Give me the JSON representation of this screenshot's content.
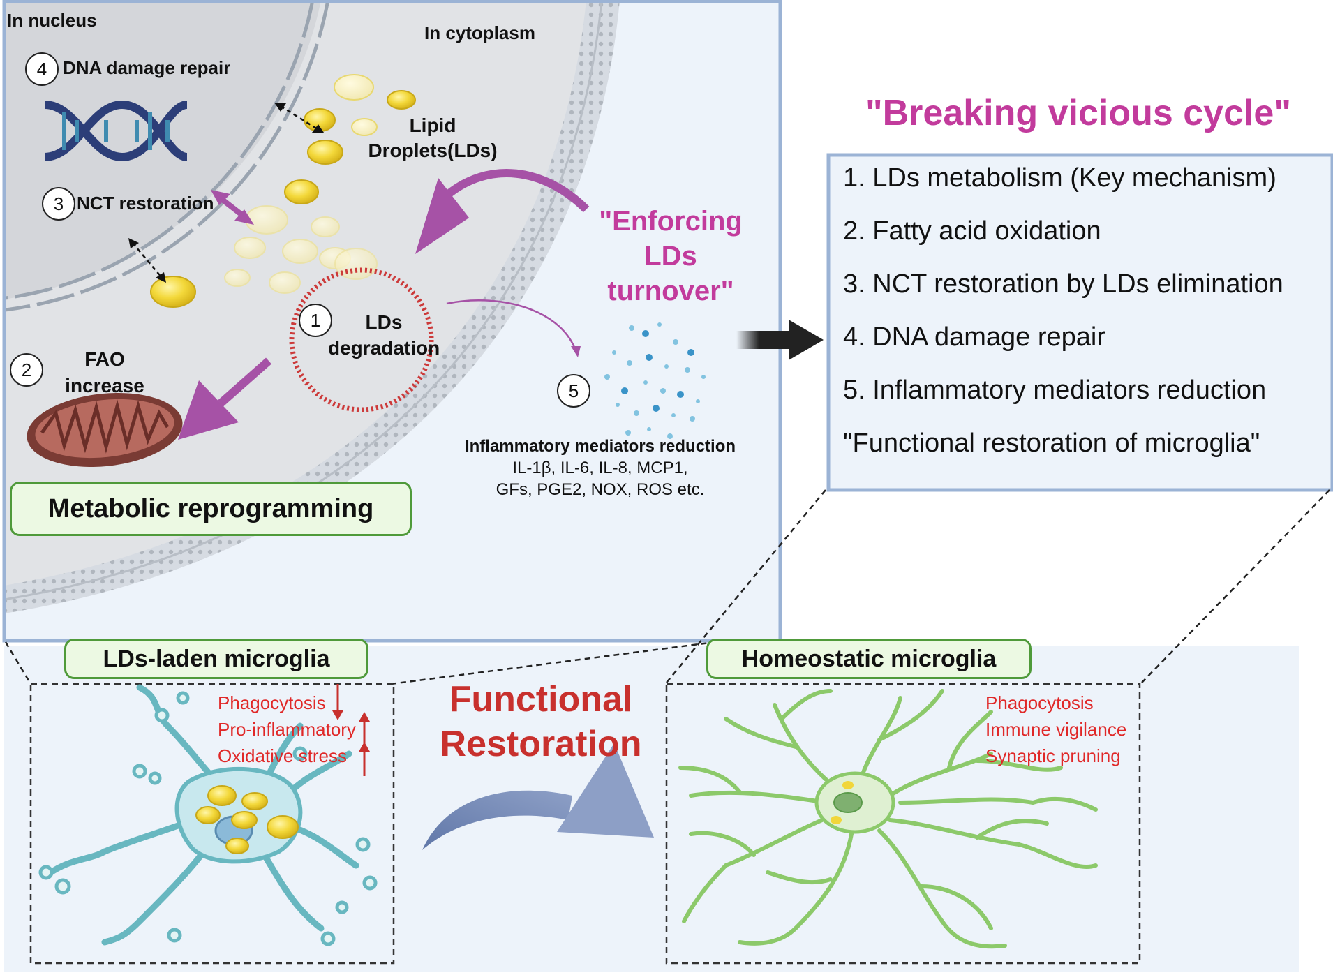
{
  "cell_panel": {
    "nucleus_label": "In nucleus",
    "cytoplasm_label": "In cytoplasm",
    "dna_repair": {
      "number": "4",
      "label": "DNA damage repair"
    },
    "lipid_droplets_label_line1": "Lipid",
    "lipid_droplets_label_line2": "Droplets(LDs)",
    "nct_restoration": {
      "number": "3",
      "label": "NCT restoration"
    },
    "enforcing_line1": "\"Enforcing LDs",
    "enforcing_line2": "turnover\"",
    "ld_degradation": {
      "number": "1",
      "line1": "LDs",
      "line2": "degradation"
    },
    "fao": {
      "number": "2",
      "line1": "FAO",
      "line2": "increase"
    },
    "inflammatory": {
      "number": "5",
      "title": "Inflammatory mediators reduction",
      "line1": "IL-1β, IL-6, IL-8, MCP1,",
      "line2": "GFs, PGE2, NOX, ROS etc."
    },
    "metabolic_box": "Metabolic reprogramming"
  },
  "summary": {
    "heading": "\"Breaking vicious cycle\"",
    "items": [
      "1. LDs metabolism (Key mechanism)",
      "2. Fatty acid oxidation",
      "3. NCT restoration by LDs elimination",
      "4. DNA damage repair",
      "5. Inflammatory mediators reduction",
      "\"Functional restoration of microglia\""
    ]
  },
  "bottom": {
    "left_title": "LDs-laden microglia",
    "left_labels": [
      "Phagocytosis",
      "Pro-inflammatory",
      "Oxidative stress"
    ],
    "middle_line1": "Functional",
    "middle_line2": "Restoration",
    "right_title": "Homeostatic microglia",
    "right_labels": [
      "Phagocytosis",
      "Immune vigilance",
      "Synaptic pruning"
    ]
  },
  "colors": {
    "magenta": "#c23b9c",
    "red_title": "#c8302d",
    "label_red": "#e02828",
    "panel_border": "#9bb3d5",
    "panel_fill": "#edf3fa",
    "green_border": "#4f9a3a",
    "green_fill": "#ecf9e3",
    "purple_arrow": "#a652a6",
    "droplet_yellow": "#f1d63a",
    "cyan_cell": "#7ec8cf",
    "green_cell": "#8cc96a"
  },
  "icons": [
    "dna-icon",
    "mitochondrion-icon",
    "lipid-droplet-icon",
    "microglia-cell-icon"
  ]
}
